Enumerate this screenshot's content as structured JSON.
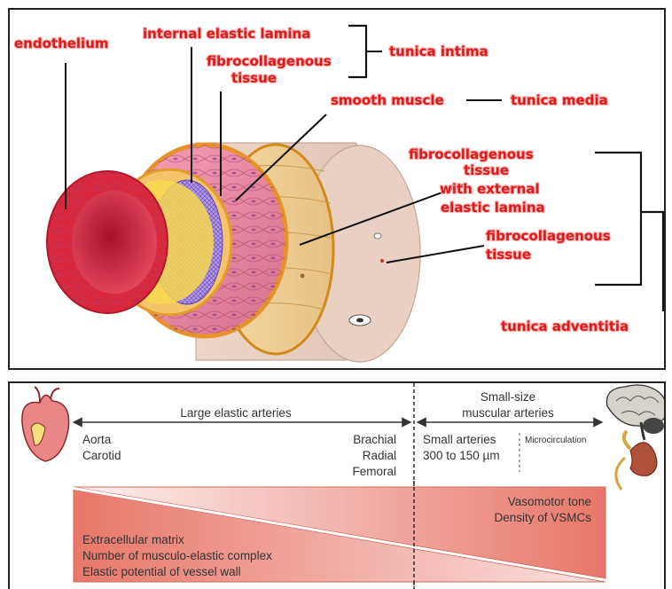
{
  "top_panel": {
    "labels": {
      "endothelium": "endothelium",
      "internal_elastic_lamina": "internal elastic lamina",
      "fibro_intima_1": "fibrocollagenous",
      "fibro_intima_2": "tissue",
      "tunica_intima": "tunica intima",
      "smooth_muscle": "smooth muscle",
      "tunica_media": "tunica media",
      "fibro_ext_1": "fibrocollagenous",
      "fibro_ext_2": "tissue",
      "fibro_ext_3": "with external",
      "fibro_ext_4": "elastic lamina",
      "fibro_adv_1": "fibrocollagenous",
      "fibro_adv_2": "tissue",
      "tunica_adventitia": "tunica adventitia"
    },
    "colors": {
      "label_red": "#d81b1b"
    }
  },
  "bottom_panel": {
    "large_elastic_header": "Large elastic arteries",
    "small_muscular_header_1": "Small-size",
    "small_muscular_header_2": "muscular arteries",
    "left_list": [
      "Aorta",
      "Carotid"
    ],
    "mid_list": [
      "Brachial",
      "Radial",
      "Femoral"
    ],
    "small_arteries_1": "Small arteries",
    "small_arteries_2": "300 to 150 µm",
    "microcirculation": "Microcirculation",
    "upper_triangle_labels": [
      "Vasomotor tone",
      "Density of VSMCs"
    ],
    "lower_triangle_labels": [
      "Extracellular matrix",
      "Number of musculo-elastic complex",
      "Elastic potential of vessel wall"
    ],
    "icons": [
      "heart-icon",
      "brain-icon",
      "kidney-icon"
    ]
  }
}
